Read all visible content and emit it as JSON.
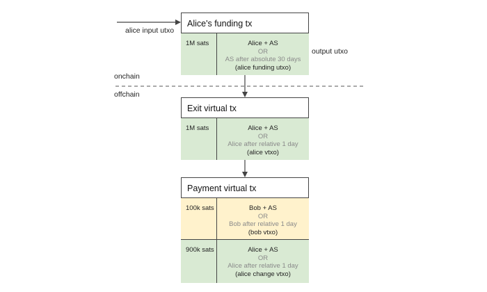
{
  "labels": {
    "alice_input": "alice input utxo",
    "output_utxo": "output utxo",
    "onchain": "onchain",
    "offchain": "offchain"
  },
  "colors": {
    "green": "#d9ead3",
    "yellow": "#fff2cc",
    "line": "#444444"
  },
  "funding": {
    "title": "Alice's funding tx",
    "amount": "1M sats",
    "cond1": "Alice + AS",
    "or": "OR",
    "cond2": "AS after absolute 30 days",
    "name": "(alice funding utxo)"
  },
  "exit": {
    "title": "Exit virtual tx",
    "amount": "1M sats",
    "cond1": "Alice + AS",
    "or": "OR",
    "cond2": "Alice after relative 1 day",
    "name": "(alice vtxo)"
  },
  "payment": {
    "title": "Payment virtual tx",
    "rows": [
      {
        "amount": "100k sats",
        "cond1": "Bob + AS",
        "or": "OR",
        "cond2": "Bob after relative 1 day",
        "name": "(bob vtxo)"
      },
      {
        "amount": "900k sats",
        "cond1": "Alice + AS",
        "or": "OR",
        "cond2": "Alice after relative 1 day",
        "name": "(alice change vtxo)"
      }
    ]
  }
}
